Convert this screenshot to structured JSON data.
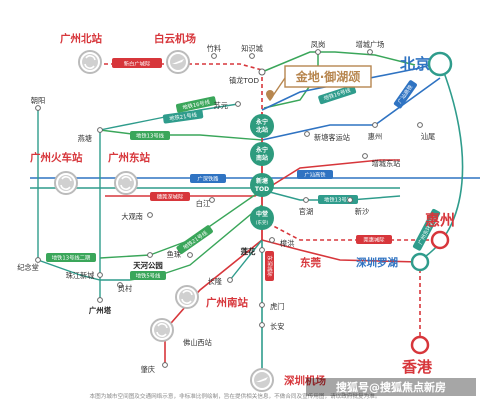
{
  "colors": {
    "red": "#d7363b",
    "blue": "#2f73c2",
    "teal": "#2f9c8c",
    "green": "#3aa65a",
    "hub_green": "#2e9b7e",
    "gold": "#b7864f",
    "grey": "#9a9a9a"
  },
  "hubs": {
    "gz_north": {
      "icon": "train-icon"
    },
    "baiyun": {
      "icon": "airplane-icon"
    },
    "gz_station": {
      "icon": "train-icon"
    },
    "gz_east": {
      "icon": "train-icon"
    },
    "gz_south": {
      "icon": "train-icon"
    },
    "foshan_west": {
      "icon": "train-icon"
    },
    "shenzhen_airport": {
      "icon": "airplane-icon"
    },
    "yongning_north": {
      "line1": "永宁",
      "line2": "北站"
    },
    "yongning_south": {
      "line1": "永宁",
      "line2": "南站"
    },
    "xintang_tod": {
      "line1": "新塘",
      "line2": "TOD"
    },
    "zhongxin": {
      "line1": "中堂",
      "line2": "(东莞)"
    }
  },
  "project": {
    "name": "金地·御湖颂",
    "icon": "location-pin-icon"
  },
  "big_labels": {
    "gz_north": "广州北站",
    "baiyun": "白云机场",
    "gz_station": "广州火车站",
    "gz_east": "广州东站",
    "gz_south": "广州南站",
    "beijing": "北京",
    "huizhou": "惠州",
    "dongguan": "东莞",
    "shenzhen_luohu": "深圳罗湖",
    "hongkong": "香港",
    "shenzhen_airport": "深圳机场"
  },
  "stations": {
    "zhuliao": "竹料",
    "zhishicheng": "知识城",
    "fenggang": "凤岗",
    "zengcheng_plaza": "增城广场",
    "zhenlong_tod": "镇龙TOD",
    "suyuan": "苏元",
    "chaoyang": "朝阳",
    "yantang": "燕塘",
    "xintang_passenger": "新塘客运站",
    "huizhou_pt": "惠州",
    "shantou": "汕尾",
    "zengcheng_east": "增城东站",
    "baijiang": "白江",
    "guanhu": "官湖",
    "xinsha": "新沙",
    "daguanluo": "大观南",
    "tianhe_park": "天河公园",
    "yuzhu": "鱼珠",
    "zhangping": "樟洪",
    "lianhua": "莲花",
    "jinianbei": "纪念堂",
    "zhujiang_newtown": "珠江新城",
    "beijiao": "员村",
    "gz_tower": "广州塔",
    "changlong": "长隆",
    "humen": "虎门",
    "chang_an": "长安",
    "zhaoqing": "肇庆",
    "foshan_west": "佛山西站"
  },
  "line_tags": {
    "xinbai": "新白广城际",
    "metro14": "地铁14号线",
    "metro16": "地铁16号线",
    "metro21": "地铁21号线",
    "guanghui": "广汕高铁",
    "metro13_branch": "地铁13号线",
    "metro13": "地铁13号线",
    "guangshen": "广深铁路",
    "suiguan": "穗莞深城际",
    "metro13b": "地铁13号线二期",
    "metro5": "地铁5号线",
    "metro21b": "地铁21号线",
    "guanhui": "莞惠城际",
    "shenhuizhou": "广州东环城际",
    "dongshen": "东深城际"
  },
  "footer": {
    "note": "本图为城市空间图及交通网络示意，非标准比例绘制，旨在提供相关信息，不做合同及宣传用图，请以政府批复为准。",
    "watermark": "搜狐号@搜狐焦点新房"
  }
}
